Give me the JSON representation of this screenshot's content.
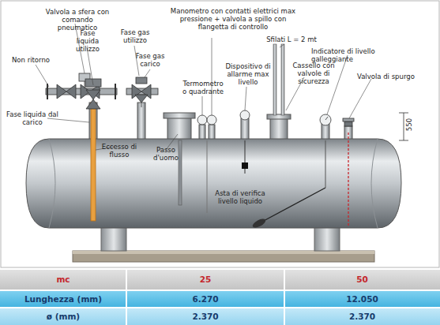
{
  "diagram": {
    "labels": [
      "Valvola a sfera con comando pneumatico",
      "Fase liquida utilizzo",
      "Non ritorno",
      "Fase gas utilizzo",
      "Fase gas carico",
      "Fase liquida dal carico",
      "Eccesso di flusso",
      "Passo d'uomo",
      "Termometro o quadrante",
      "Manometro con contatti elettrici max pressione + valvola a spillo con flangetta di controllo",
      "Dispositivo di allarme max livello",
      "Sfilati L = 2 mt",
      "Cassello con valvole di sicurezza",
      "Indicatore di livello galleggiante",
      "Valvola di spurgo",
      "550",
      "Asta di verifica livello liquido",
      "mc",
      "25",
      "50",
      "Lunghezza (mm)",
      "6.270",
      "12.050",
      "ø (mm)",
      "2.370",
      "2.370"
    ]
  }
}
